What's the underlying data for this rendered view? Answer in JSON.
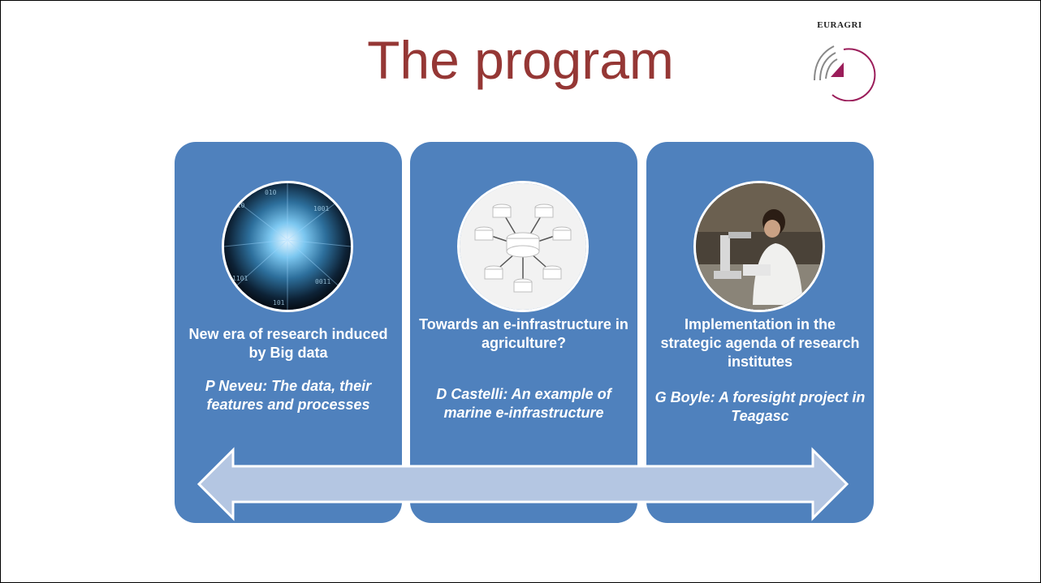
{
  "slide": {
    "title": "The program",
    "logo_text": "EURAGRI",
    "colors": {
      "title": "#953735",
      "card": "#4f81bd",
      "arrow": "#b4c6e2",
      "logo_accent": "#9b1d5a"
    }
  },
  "cards": [
    {
      "heading": "New era of research induced by Big data",
      "speaker": "P Neveu: The data, their features and processes",
      "image": "binary-data-tunnel-image"
    },
    {
      "heading": "Towards an e-infrastructure in agriculture?",
      "speaker": "D Castelli: An example of marine e-infrastructure",
      "image": "network-database-image"
    },
    {
      "heading": "Implementation in the strategic agenda of research institutes",
      "speaker": "G Boyle: A foresight project in Teagasc",
      "image": "laboratory-microscope-image"
    }
  ],
  "timeline_arrow": "double-headed-arrow-icon"
}
